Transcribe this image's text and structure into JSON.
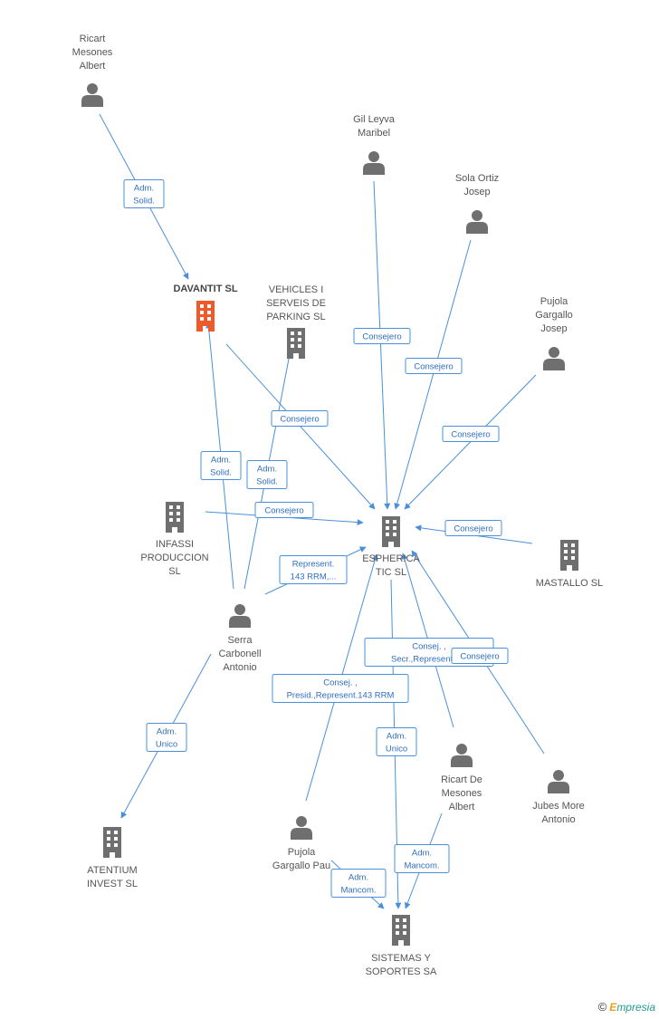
{
  "colors": {
    "edge": "#4a90d9",
    "edge_text": "#2f6fbf",
    "company": "#6f6f6f",
    "company_main": "#f05a28",
    "person": "#6f6f6f"
  },
  "nodes": [
    {
      "id": "ricart_mesones",
      "type": "person",
      "label": [
        "Ricart",
        "Mesones",
        "Albert"
      ]
    },
    {
      "id": "gil_leyva",
      "type": "person",
      "label": [
        "Gil Leyva",
        "Maribel"
      ]
    },
    {
      "id": "sola_ortiz",
      "type": "person",
      "label": [
        "Sola Ortiz",
        "Josep"
      ]
    },
    {
      "id": "pujola_josep",
      "type": "person",
      "label": [
        "Pujola",
        "Gargallo",
        "Josep"
      ]
    },
    {
      "id": "davantit",
      "type": "company_main",
      "label": [
        "DAVANTIT SL"
      ]
    },
    {
      "id": "vehicles",
      "type": "company",
      "label": [
        "VEHICLES I",
        "SERVEIS DE",
        "PARKING  SL"
      ]
    },
    {
      "id": "infassi",
      "type": "company",
      "label": [
        "INFASSI",
        "PRODUCCION",
        "SL"
      ]
    },
    {
      "id": "espherica",
      "type": "company",
      "label": [
        "ESPHERICA",
        "TIC  SL"
      ]
    },
    {
      "id": "mastallo",
      "type": "company",
      "label": [
        "MASTALLO  SL"
      ]
    },
    {
      "id": "serra",
      "type": "person",
      "label": [
        "Serra",
        "Carbonell",
        "Antonio"
      ]
    },
    {
      "id": "atentium",
      "type": "company",
      "label": [
        "ATENTIUM",
        "INVEST SL"
      ]
    },
    {
      "id": "ricart_de_mesones",
      "type": "person",
      "label": [
        "Ricart De",
        "Mesones",
        "Albert"
      ]
    },
    {
      "id": "jubes_more",
      "type": "person",
      "label": [
        "Jubes More",
        "Antonio"
      ]
    },
    {
      "id": "pujola_pau",
      "type": "person",
      "label": [
        "Pujola",
        "Gargallo Pau"
      ]
    },
    {
      "id": "sistemas",
      "type": "company",
      "label": [
        "SISTEMAS Y",
        "SOPORTES SA"
      ]
    }
  ],
  "edges": [
    {
      "from": "ricart_mesones",
      "to": "davantit",
      "label": [
        "Adm.",
        "Solid."
      ]
    },
    {
      "from": "gil_leyva",
      "to": "espherica",
      "label": [
        "Consejero"
      ]
    },
    {
      "from": "sola_ortiz",
      "to": "espherica",
      "label": [
        "Consejero"
      ]
    },
    {
      "from": "pujola_josep",
      "to": "espherica",
      "label": [
        "Consejero"
      ]
    },
    {
      "from": "davantit",
      "to": "espherica",
      "label": [
        "Consejero"
      ]
    },
    {
      "from": "serra",
      "to": "davantit",
      "label": [
        "Adm.",
        "Solid."
      ]
    },
    {
      "from": "serra",
      "to": "vehicles",
      "label": [
        "Adm.",
        "Solid."
      ]
    },
    {
      "from": "infassi",
      "to": "espherica",
      "label": [
        "Consejero"
      ]
    },
    {
      "from": "serra",
      "to": "espherica",
      "label": [
        "Represent.",
        "143 RRM,..."
      ]
    },
    {
      "from": "mastallo",
      "to": "espherica",
      "label": [
        "Consejero"
      ]
    },
    {
      "from": "ricart_de_mesones",
      "to": "espherica",
      "label": [
        "Consej. ,",
        "Secr.,Represent.1..."
      ]
    },
    {
      "from": "jubes_more",
      "to": "espherica",
      "label": [
        "Consejero"
      ]
    },
    {
      "from": "pujola_pau",
      "to": "espherica",
      "label": [
        "Consej. ,",
        "Presid.,Represent.143 RRM"
      ]
    },
    {
      "from": "espherica",
      "to": "sistemas",
      "label": [
        "Adm.",
        "Unico"
      ]
    },
    {
      "from": "serra",
      "to": "atentium",
      "label": [
        "Adm.",
        "Unico"
      ]
    },
    {
      "from": "ricart_de_mesones",
      "to": "sistemas",
      "label": [
        "Adm.",
        "Mancom."
      ]
    },
    {
      "from": "pujola_pau",
      "to": "sistemas",
      "label": [
        "Adm.",
        "Mancom."
      ]
    }
  ],
  "footer": {
    "copyright": "©",
    "brand_initial": "E",
    "brand_rest": "mpresia"
  }
}
